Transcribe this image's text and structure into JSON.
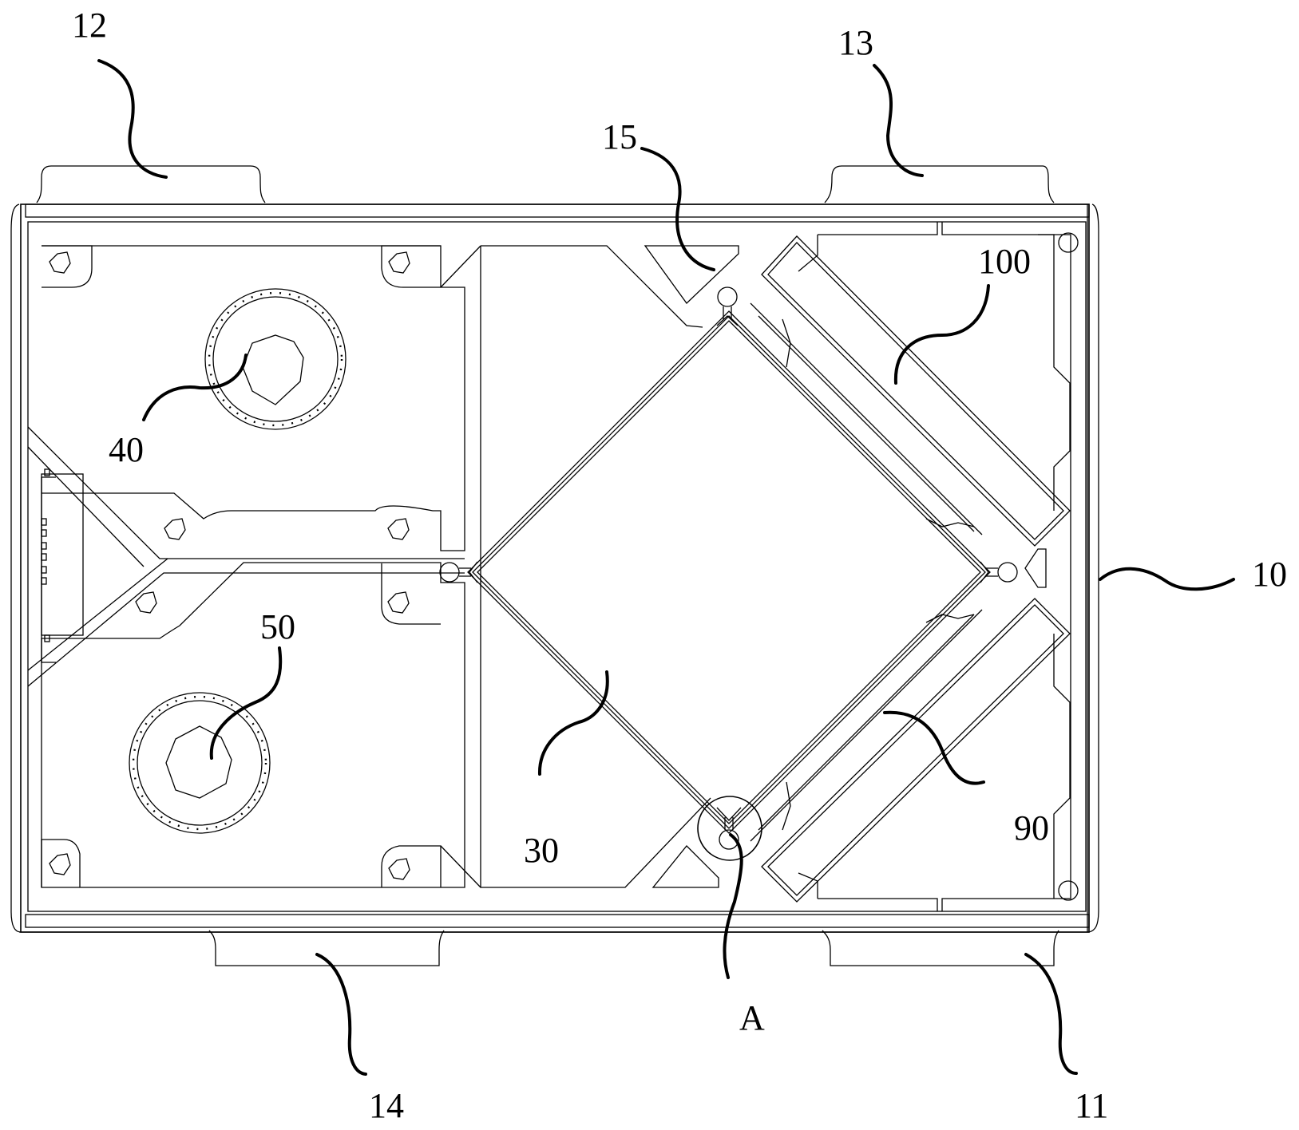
{
  "figure": {
    "type": "patent technical drawing (top view of housing with diamond core)",
    "colors": {
      "line": "#000000",
      "background": "#ffffff"
    }
  },
  "labels": {
    "housing": "10",
    "port_bottom_right": "11",
    "port_top_left": "12",
    "port_top_right": "13",
    "port_bottom_left": "14",
    "partition_joint": "15",
    "core": "30",
    "fan_upper": "40",
    "fan_lower": "50",
    "filter_lower": "90",
    "filter_upper": "100",
    "detail_marker": "A"
  }
}
